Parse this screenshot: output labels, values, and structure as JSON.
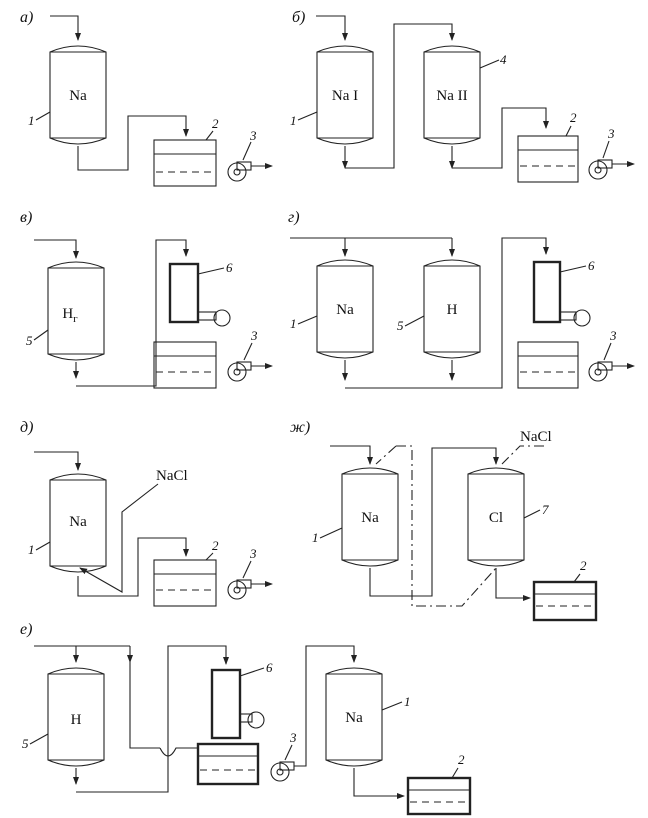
{
  "sections": {
    "a": "а)",
    "b": "б)",
    "v": "в)",
    "g": "г)",
    "d": "д)",
    "zh": "ж)",
    "e": "е)"
  },
  "vessels": {
    "na": "Na",
    "na1": "Na I",
    "na2": "Na II",
    "hg_main": "H",
    "hg_sub": "г",
    "h": "H",
    "cl": "Cl"
  },
  "reagent": "NaCl",
  "numbers": {
    "n1": "1",
    "n2": "2",
    "n3": "3",
    "n4": "4",
    "n5": "5",
    "n6": "6",
    "n7": "7"
  }
}
